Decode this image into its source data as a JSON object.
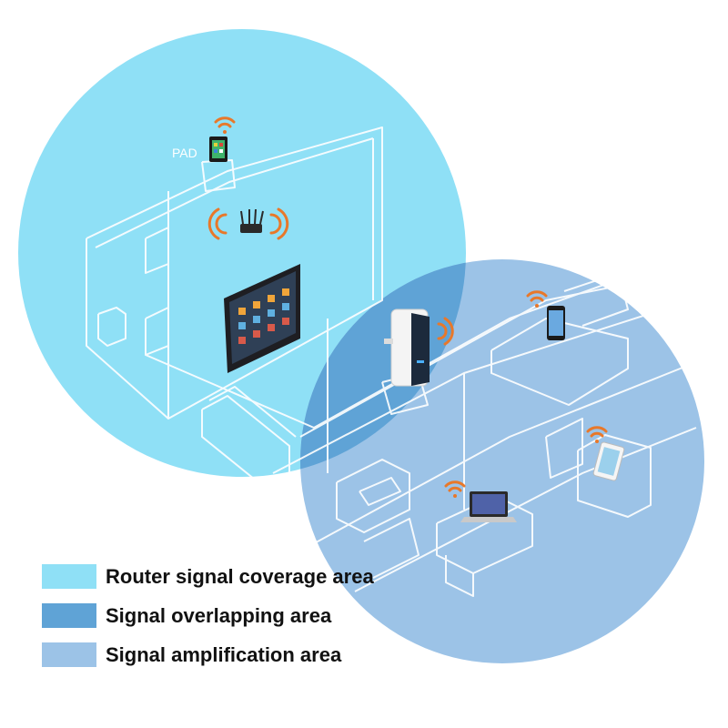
{
  "colors": {
    "router_coverage": "#8fe0f6",
    "overlap": "#5fa3d6",
    "amplification": "#9cc3e7",
    "wifi_waves": "#e8782a",
    "floorplan_lines": "#ffffff"
  },
  "device_label": "PAD",
  "icons": [
    "wifi-icon",
    "router-icon",
    "tablet-icon",
    "smart-tv-icon",
    "wifi-repeater-icon",
    "smartphone-icon",
    "laptop-icon"
  ],
  "legend": [
    {
      "label": "Router signal coverage area",
      "color_key": "router_coverage"
    },
    {
      "label": "Signal overlapping area",
      "color_key": "overlap"
    },
    {
      "label": "Signal amplification area",
      "color_key": "amplification"
    }
  ]
}
